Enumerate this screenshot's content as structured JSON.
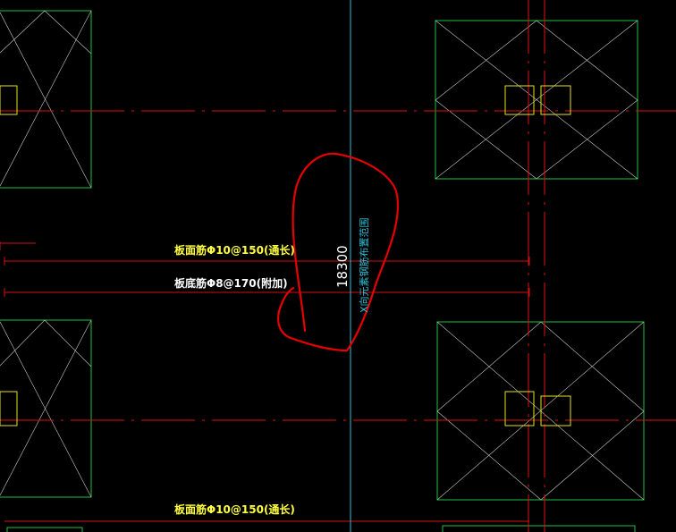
{
  "colors": {
    "background": "#000000",
    "axis_red": "#e01010",
    "column_green": "#20c040",
    "column_yellow": "#e6e020",
    "axis_cyan": "#30c0d8",
    "markup_red": "#e60000",
    "rebar_label_yellow": "#ffff40",
    "dim_white": "#ffffff"
  },
  "labels": {
    "top_rebar_1": "板面筋Φ10@150(通长)",
    "bottom_rebar": "板底筋Φ8@170(附加)",
    "top_rebar_2": "板面筋Φ10@150(通长)",
    "dimension": "18300",
    "note": "X向元素钢筋布置范围"
  }
}
